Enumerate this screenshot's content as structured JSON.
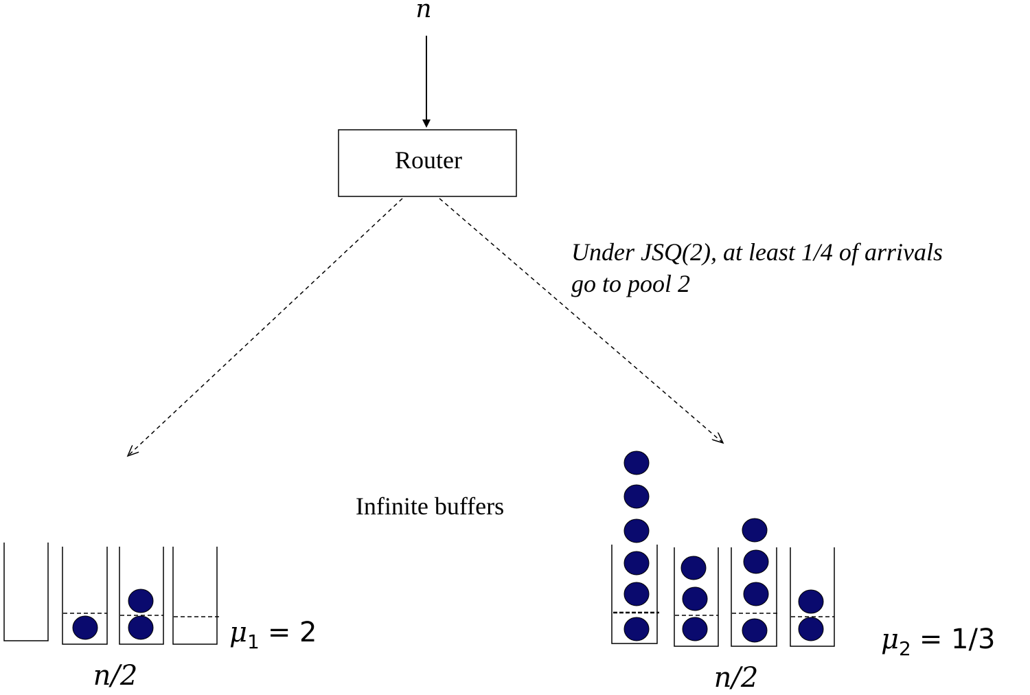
{
  "arrival_label": "n",
  "router_label": "Router",
  "annotation": {
    "line1": "Under JSQ(2), at least 1/4 of arrivals",
    "line2": "go to pool 2"
  },
  "buffers_label": "Infinite buffers",
  "pools": [
    {
      "size_label": "n/2",
      "rate_symbol": "μ",
      "rate_subscript": "1",
      "rate_value": "= 2",
      "queue_lengths": [
        0,
        1,
        2,
        0
      ]
    },
    {
      "size_label": "n/2",
      "rate_symbol": "μ",
      "rate_subscript": "2",
      "rate_value": "= 1/3",
      "queue_lengths": [
        6,
        3,
        4,
        2
      ]
    }
  ],
  "colors": {
    "job_fill": "#0a0a6e",
    "stroke": "#000000"
  }
}
